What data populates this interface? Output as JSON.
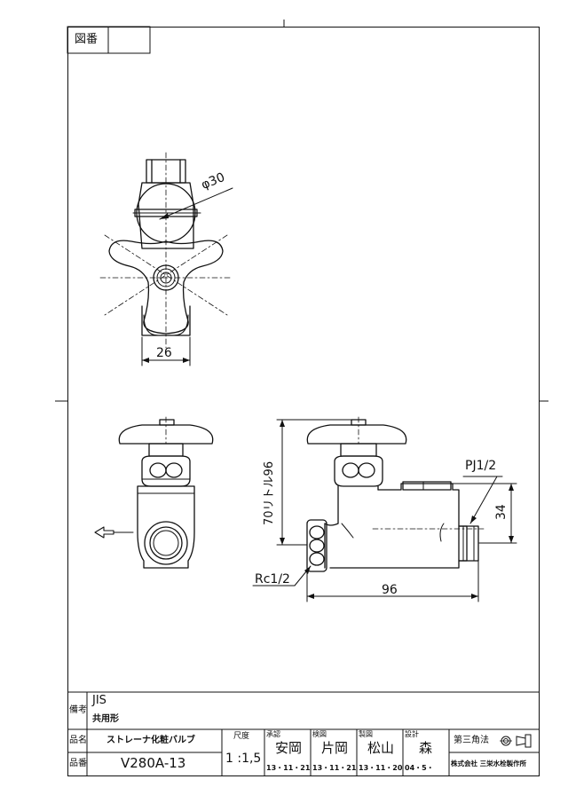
{
  "header": {
    "drawing_number_label": "図番",
    "drawing_number_value": ""
  },
  "dimensions": {
    "diameter": "φ30",
    "width_top": "26",
    "thread_label": "70リトル96",
    "pj": "PJ1/2",
    "height": "34",
    "rc": "Rc1/2",
    "length": "96"
  },
  "title_block": {
    "remarks_label": "備考",
    "remarks_line1": "JIS",
    "remarks_line2": "共用形",
    "name_label": "品名",
    "name_value": "ストレーナ化粧バルブ",
    "number_label": "品番",
    "number_value": "V280A-13",
    "scale_label": "尺度",
    "scale_value": "1 :1,5",
    "approved_label": "承認",
    "approved_name": "安岡",
    "approved_date": "13・11・21",
    "checked_label": "検図",
    "checked_name": "片岡",
    "checked_date": "13・11・21",
    "drawn_label": "製図",
    "drawn_name": "松山",
    "drawn_date": "13・11・20",
    "design_label": "設計",
    "design_name": "森",
    "design_date": "04・5・",
    "projection_label": "第三角法",
    "company": "株式会社 三栄水栓製作所"
  }
}
